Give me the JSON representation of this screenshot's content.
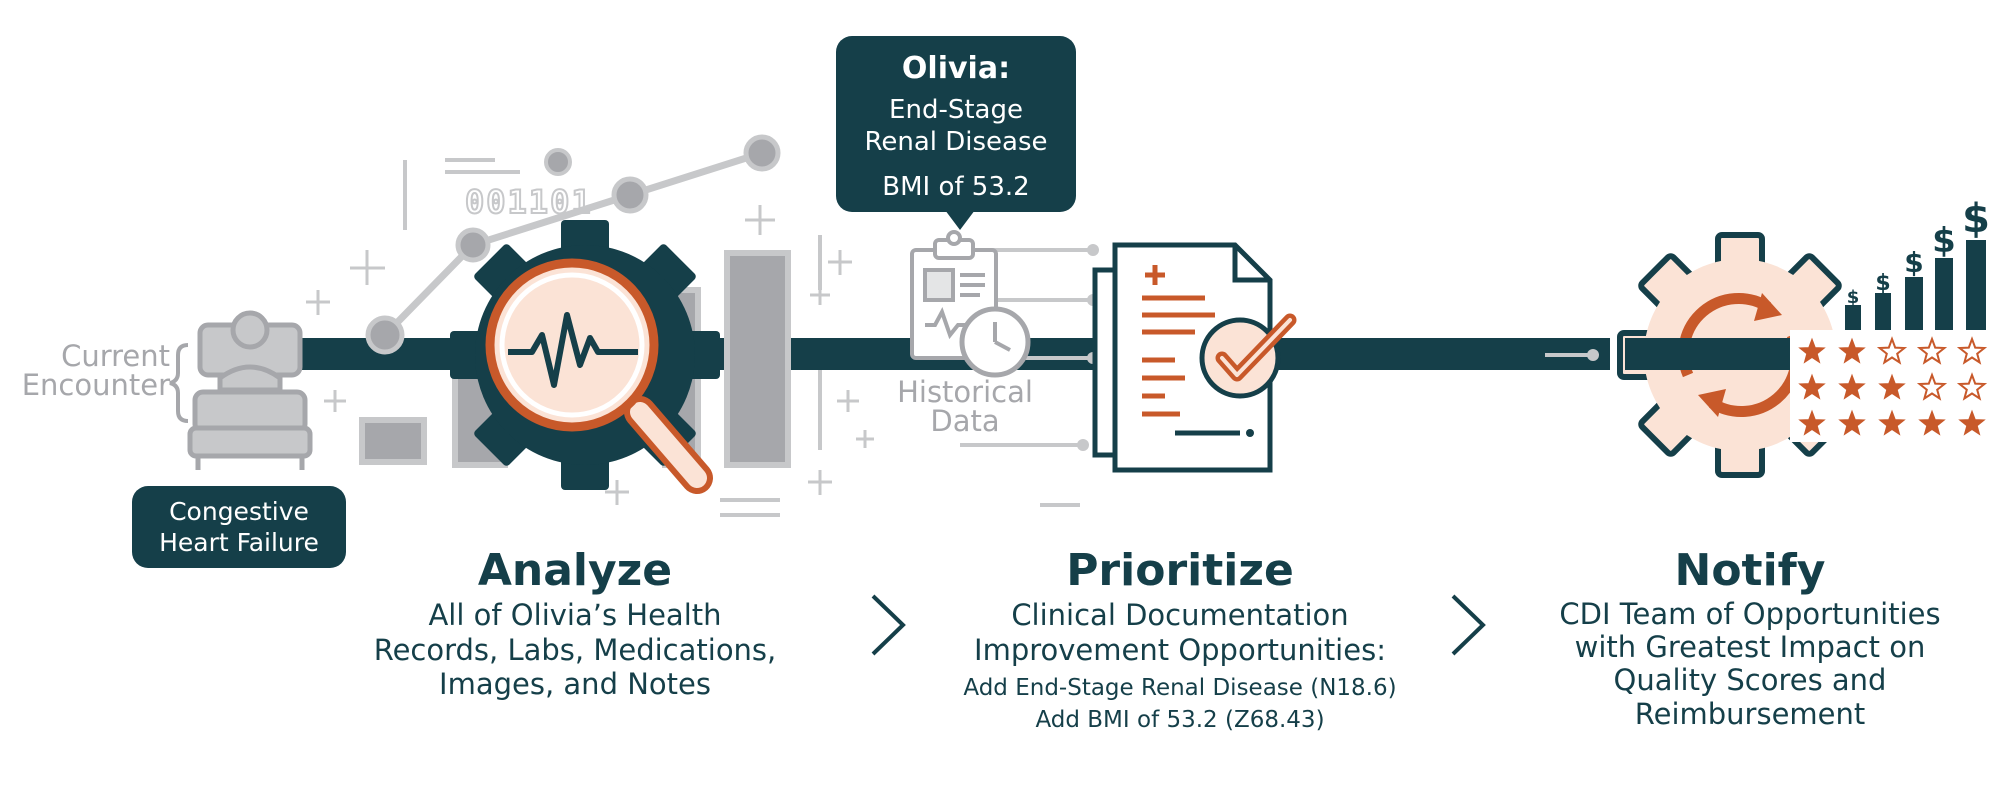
{
  "patient_bubble": {
    "name": "Olivia:",
    "line1": "End-Stage",
    "line2": "Renal Disease",
    "line3": "BMI of 53.2"
  },
  "current_encounter": {
    "line1": "Current",
    "line2": "Encounter"
  },
  "diagnosis_pill": {
    "line1": "Congestive",
    "line2": "Heart Failure"
  },
  "binary_text": "001101",
  "historical_data": {
    "line1": "Historical",
    "line2": "Data"
  },
  "steps": {
    "analyze": {
      "title": "Analyze",
      "lines": [
        "All of Olivia’s Health",
        "Records, Labs, Medications,",
        "Images, and Notes"
      ]
    },
    "prioritize": {
      "title": "Prioritize",
      "lines": [
        "Clinical Documentation",
        "Improvement Opportunities:"
      ],
      "items": [
        "Add End-Stage Renal Disease (N18.6)",
        "Add BMI of 53.2 (Z68.43)"
      ]
    },
    "notify": {
      "title": "Notify",
      "lines": [
        "CDI Team of Opportunities",
        "with Greatest Impact on",
        "Quality Scores and",
        "Reimbursement"
      ]
    }
  },
  "rating_grid": {
    "rows": [
      {
        "filled": 2,
        "total": 5
      },
      {
        "filled": 3,
        "total": 5
      },
      {
        "filled": 5,
        "total": 5
      }
    ]
  },
  "colors": {
    "teal": "#153f49",
    "orange": "#c8592a",
    "peach": "#fbe3d6",
    "grey": "#c7c8ca",
    "grey_dark": "#a6a7ab"
  }
}
